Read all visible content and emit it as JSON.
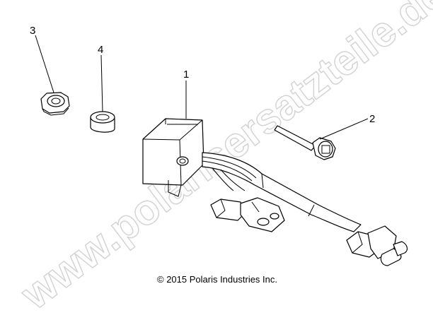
{
  "callouts": [
    {
      "id": "1",
      "label": "1"
    },
    {
      "id": "2",
      "label": "2"
    },
    {
      "id": "3",
      "label": "3"
    },
    {
      "id": "4",
      "label": "4"
    }
  ],
  "copyright": "© 2015 Polaris Industries Inc.",
  "watermark": "www.polarisersatzteile.de",
  "colors": {
    "line": "#000000",
    "watermark": "#d2d2d2",
    "background": "#ffffff"
  }
}
